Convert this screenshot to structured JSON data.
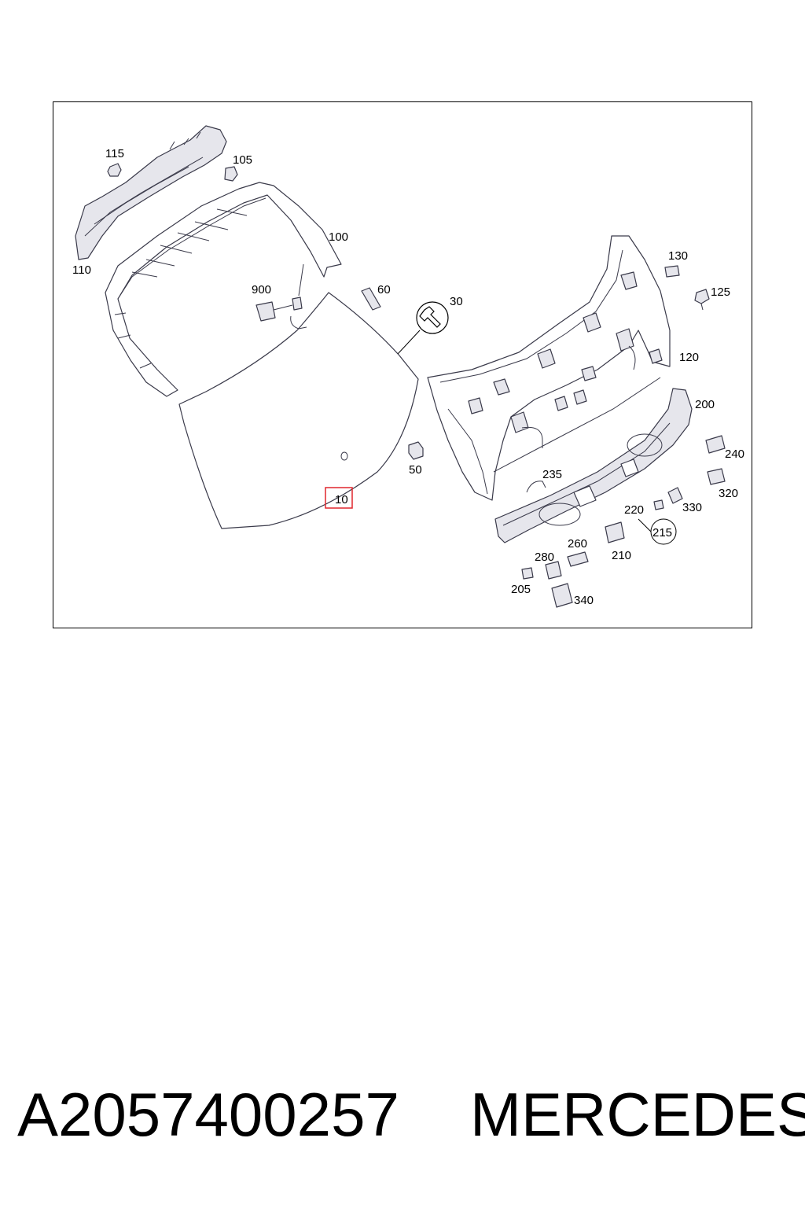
{
  "diagram": {
    "callouts": {
      "c10": "10",
      "c30": "30",
      "c50": "50",
      "c60": "60",
      "c100": "100",
      "c105": "105",
      "c110": "110",
      "c115": "115",
      "c120": "120",
      "c125": "125",
      "c130": "130",
      "c200": "200",
      "c205": "205",
      "c210": "210",
      "c215": "215",
      "c220": "220",
      "c235": "235",
      "c240": "240",
      "c260": "260",
      "c280": "280",
      "c320": "320",
      "c330": "330",
      "c340": "340",
      "c900": "900"
    },
    "highlight_color": "#e0262d"
  },
  "footer": {
    "part_number": "A2057400257",
    "brand": "MERCEDES"
  }
}
